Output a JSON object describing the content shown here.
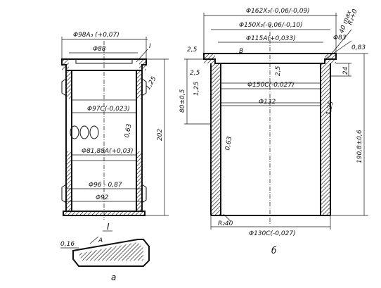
{
  "view_a": {
    "dim_top_outer": "Φ98A₃ (+0,07)",
    "dim_top_inner": "Φ88",
    "callout_1": "I",
    "dim_right_125": "1,25",
    "dim_bore_97": "Φ97C(-0,023)",
    "roughness_063": "0,63",
    "dim_height_202": "202",
    "dim_bore_8188": "Φ81,88A(+0,03)",
    "dim_96": "Φ96 - 0,87",
    "dim_92": "Φ92",
    "detail_label": "I",
    "detail_016": "0,16",
    "detail_A": "A",
    "caption": "a"
  },
  "view_b": {
    "dim_162": "Φ162X₃(-0,06/-0,09)",
    "dim_150x3": "Φ150X₃(-0,06/-0,10)",
    "dim_115a": "Φ115A(+0,033)",
    "r_label": "R₂+0",
    "angle_40": "40 max",
    "dim_83": "Φ83",
    "roughness_083": "0,83",
    "dim_25_top": "2,5",
    "label_b": "B",
    "dim_25_inner": "2,5",
    "dim_25_v": "2,5",
    "dim_80": "80±0,5",
    "dim_125_left": "1,25",
    "dim_24": "24",
    "dim_150c": "Φ150C(-0,027)",
    "dim_132": "Φ132",
    "dim_125_right": "1,25",
    "roughness_063": "0,63",
    "dim_190": "190,8±0,6",
    "r_bottom": "R₂40",
    "dim_130c": "Φ130C(-0,027)",
    "caption": "б"
  }
}
